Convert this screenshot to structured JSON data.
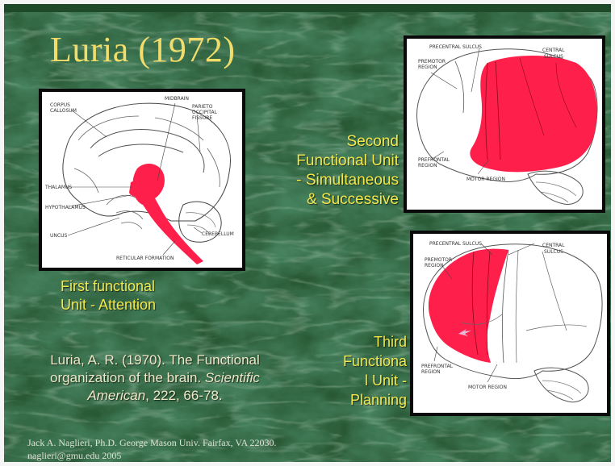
{
  "title": "Luria (1972)",
  "second_unit_label": [
    "Second",
    "Functional Unit",
    "- Simultaneous",
    "& Successive"
  ],
  "first_unit_label": [
    "First functional",
    "Unit - Attention"
  ],
  "third_unit_label": [
    "Third",
    "Functiona",
    "l Unit -",
    "Planning"
  ],
  "citation": {
    "line1": "Luria, A. R. (1970). The Functional",
    "line2_plain": "organization of the brain. ",
    "line2_italic": "Scientific",
    "line3_italic": "American",
    "line3_plain": ", 222, 66-78."
  },
  "footer": {
    "line1": "Jack A. Naglieri, Ph.D. George Mason Univ. Fairfax, VA 22030.",
    "line2": "naglieri@gmu.edu 2005"
  },
  "brain_midline_labels": {
    "corpus": "CORPUS",
    "callosum": "CALLOSUM",
    "midbrain": "MIDBRAIN",
    "parieto": "PARIETO",
    "occipital": "OCCIPITAL",
    "fissure": "FISSURE",
    "thalamus": "THALAMUS",
    "hypothalamus": "HYPOTHALAMUS",
    "uncus": "UNCUS",
    "cerebellum": "CEREBELLUM",
    "reticular": "RETICULAR FORMATION"
  },
  "brain_second_labels": {
    "precentral": "PRECENTRAL SULCUS",
    "central1": "CENTRAL",
    "central2": "SULCUS",
    "premotor1": "PREMOTOR",
    "premotor2": "REGION",
    "prefrontal1": "PREFRONTAL",
    "prefrontal2": "REGION",
    "motor": "MOTOR REGION"
  },
  "brain_third_labels": {
    "precentral": "PRECENTRAL SULCUS",
    "central1": "CENTRAL",
    "central2": "SULCUS",
    "premotor1": "PREMOTOR",
    "premotor2": "REGION",
    "prefrontal1": "PREFRONTAL",
    "prefrontal2": "REGION",
    "motor": "MOTOR REGION"
  },
  "colors": {
    "background": "#1f4a2c",
    "title": "#f2dc6a",
    "label_text": "#f3e84a",
    "highlight_red": "#ff1f4b"
  }
}
